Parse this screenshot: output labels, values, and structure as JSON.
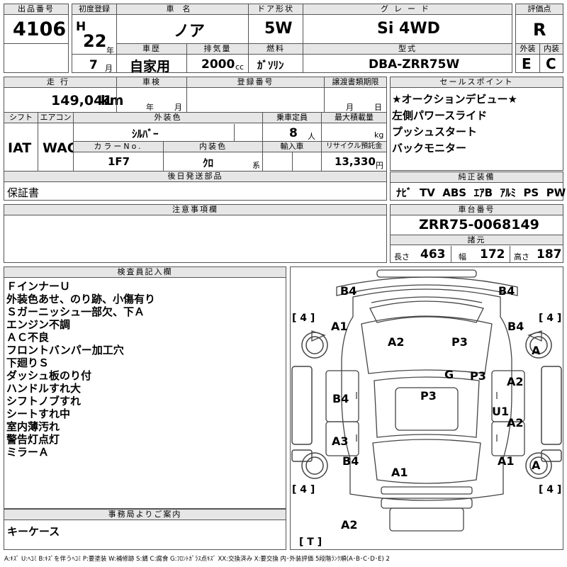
{
  "header": {
    "lot_label": "出品番号",
    "lot": "4106",
    "reg_label": "初度登録",
    "era": "H",
    "year": "22",
    "year_unit": "年",
    "month": "7",
    "month_unit": "月",
    "name_label": "車名",
    "name": "ノア",
    "history_label": "車歴",
    "history": "自家用",
    "cc_label": "排気量",
    "cc": "2000",
    "cc_unit": "cc",
    "door_label": "ドア形状",
    "door": "5W",
    "fuel_label": "燃料",
    "fuel": "ｶﾞｿﾘﾝ",
    "grade_label": "グレード",
    "grade": "Si 4WD",
    "model_label": "型式",
    "model": "DBA-ZRR75W",
    "score_label": "評価点",
    "score": "R",
    "ext_label": "外装",
    "ext": "E",
    "int_label": "内装",
    "int": "C"
  },
  "row2": {
    "mileage_label": "走行",
    "mileage": "149,041",
    "mileage_unit": "km",
    "inspection_label": "車検",
    "insp_year_unit": "年",
    "insp_month_unit": "月",
    "regno_label": "登録番号",
    "transfer_label": "譲渡書類期限",
    "transfer_month_unit": "月",
    "transfer_day_unit": "日",
    "shift_label": "シフト",
    "shift": "IAT",
    "ac_label": "エアコン",
    "ac": "WAC",
    "color_label": "外装色",
    "color": "ｼﾙﾊﾞｰ",
    "capacity_label": "乗車定員",
    "capacity": "8",
    "capacity_unit": "人",
    "load_label": "最大積載量",
    "load_unit": "kg",
    "colorno_label": "カラーNo.",
    "colorno": "1F7",
    "intcolor_label": "内装色",
    "intcolor": "ｸﾛ",
    "intcolor_unit": "系",
    "import_label": "輸入車",
    "recycle_label": "リサイクル預託金",
    "recycle": "13,330",
    "recycle_unit": "円",
    "parts_label": "後日発送部品",
    "parts": "保証書"
  },
  "sales": {
    "label": "セールスポイント",
    "lines": [
      "★オークションデビュー★",
      "左側パワースライド",
      "プッシュスタート",
      "バックモニター"
    ]
  },
  "equipment": {
    "label": "純正装備",
    "items": [
      "ﾅﾋﾞ",
      "TV",
      "ABS",
      "ｴｱB",
      "ｱﾙﾐ",
      "PS",
      "PW"
    ]
  },
  "notes": {
    "label": "注意事項欄"
  },
  "chassis": {
    "label": "車台番号",
    "value": "ZRR75-0068149"
  },
  "specs": {
    "label": "諸元",
    "len_label": "長さ",
    "len": "463",
    "wid_label": "幅",
    "wid": "172",
    "hgt_label": "高さ",
    "hgt": "187"
  },
  "inspector": {
    "label": "検査員記入欄",
    "lines": [
      "ＦインナーＵ",
      "外装色あせ、のり跡、小傷有り",
      "Ｓガーニッシュ一部欠、下Ａ",
      "エンジン不調",
      "ＡＣ不良",
      "フロントバンパー加工穴",
      "下廻りＳ",
      "ダッシュ板のり付",
      "ハンドルすれ大",
      "シフトノブすれ",
      "シートすれ中",
      "室内薄汚れ",
      "警告灯点灯",
      "ミラーＡ"
    ]
  },
  "office": {
    "label": "事務局よりご案内",
    "text": "キーケース"
  },
  "diagram": {
    "marks": [
      "B4",
      "B4",
      "A1",
      "B4",
      "A2",
      "P3",
      "A",
      "G",
      "P3",
      "A2",
      "B4",
      "P3",
      "U1",
      "A2",
      "A3",
      "B4",
      "A1",
      "A",
      "A1",
      "A2"
    ],
    "tire_label": "[ 4 ]",
    "spare_label": "[ T ]"
  },
  "legend": "A:ｷｽﾞ U:ﾍｺﾐ B:ｷｽﾞを伴うﾍｺﾐ P:要塗装 W:補修跡 S:錆 C:腐食 G:ﾌﾛﾝﾄｶﾞﾗｽ点ｷｽﾞ XX:交換済み X:要交換 内･外装評価 5段階ﾗﾝｸ順(A･B･C･D･E) 2"
}
